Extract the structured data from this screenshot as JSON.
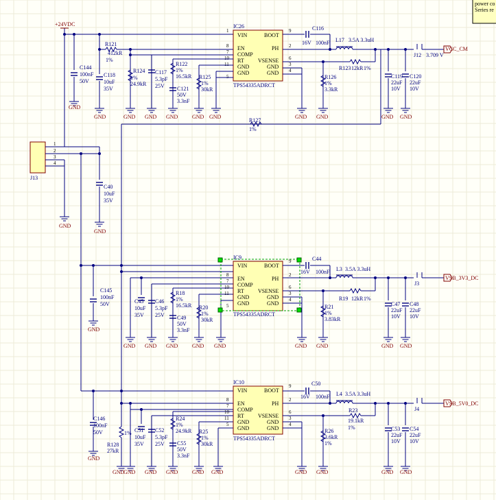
{
  "note": {
    "lines": [
      "power co",
      "Series re"
    ]
  },
  "power": {
    "input": "+24VDC",
    "gnd": "GND"
  },
  "connector": {
    "ref": "J13",
    "pins": [
      "1",
      "2",
      "3",
      "4"
    ]
  },
  "pin_names": {
    "left": [
      "VIN",
      "EN",
      "COMP",
      "RT",
      "GND",
      "GND"
    ],
    "right": [
      "BOOT",
      "PH",
      "VSENSE",
      "GND",
      "GND"
    ],
    "left_nums": [
      "1",
      "8",
      "7",
      "10",
      "11",
      "5"
    ],
    "right_nums": [
      "9",
      "2",
      "6",
      "3",
      "4"
    ]
  },
  "shared": {
    "c40": [
      "C40",
      "10uF",
      "35V"
    ],
    "c145": [
      "C145",
      "100nF",
      "50V"
    ],
    "c146": [
      "C146",
      "100nF",
      "50V"
    ],
    "r128": [
      "R128",
      "27kR"
    ],
    "r128_tol": "1%"
  },
  "blocks": [
    {
      "ic_ref": "IC26",
      "part": "TPS54335ADRCT",
      "boot_cap": [
        "C116",
        "16V",
        "100nF"
      ],
      "inductor": "L17",
      "inductor_val": "3.5A 3.3uH",
      "fb_top": "R123",
      "fb_top_val": "12kR",
      "fb_top_tol": "1%",
      "fb_bot": [
        "R126",
        "1%",
        "3.3kR"
      ],
      "out_caps": [
        [
          "C119",
          "22uF",
          "10V"
        ],
        [
          "C120",
          "22uF",
          "10V"
        ]
      ],
      "out_jumper": "J12",
      "out_net": "VCC_CM",
      "out_voltage": "3.709 V",
      "in_cap": [
        "C144",
        "100nF",
        "50V"
      ],
      "in_cap2": [
        "C118",
        "10uF",
        "35V"
      ],
      "en_res": "R121",
      "en_res_val": "412kR",
      "en_res_tol": "1%",
      "comp_res": [
        "R124",
        "1%",
        "24.9kR"
      ],
      "comp_cap": [
        "C117",
        "5.3pF",
        "25V"
      ],
      "rt_res": [
        "R122",
        "1%",
        "16.5kR"
      ],
      "rt_cap": [
        "C121",
        "50V",
        "3.3nF"
      ],
      "rt_res2": [
        "R125",
        "1%",
        "30kR"
      ],
      "extra_res": "R127",
      "extra_res_tol": "1%"
    },
    {
      "ic_ref": "IC9",
      "part": "TPS54335ADRCT",
      "boot_cap": [
        "C44",
        "16V",
        "100nF"
      ],
      "inductor": "L3",
      "inductor_val": "3.5A 3.3uH",
      "fb_top": "R19",
      "fb_top_val": "12kR",
      "fb_top_tol": "1%",
      "fb_bot": [
        "R21",
        "1%",
        "3.83kR"
      ],
      "out_caps": [
        [
          "C47",
          "22uF",
          "10V"
        ],
        [
          "C48",
          "22uF",
          "10V"
        ]
      ],
      "out_jumper": "J3",
      "out_net": "VSB_3V3_DC",
      "comp_res": [
        "C45",
        "10uF",
        "35V"
      ],
      "comp_cap": [
        "C46",
        "5.3pF",
        "25V"
      ],
      "rt_res": [
        "R18",
        "1%",
        "16.5kR"
      ],
      "rt_cap": [
        "C49",
        "50V",
        "3.3nF"
      ],
      "rt_res2": [
        "R20",
        "1%",
        "30kR"
      ]
    },
    {
      "ic_ref": "IC10",
      "part": "TPS54335ADRCT",
      "boot_cap": [
        "C50",
        "16V",
        "100nF"
      ],
      "inductor": "L4",
      "inductor_val": "3.5A 3.3uH",
      "fb_top": "R23",
      "fb_top_val": "19.1kR",
      "fb_top_tol": "1%",
      "fb_bot": [
        "R26",
        "3.6kR",
        "1%"
      ],
      "out_caps": [
        [
          "C53",
          "22uF",
          "10V"
        ],
        [
          "C54",
          "22uF",
          "10V"
        ]
      ],
      "out_jumper": "J4",
      "out_net": "VSB_5V0_DC",
      "comp_res": [
        "C51",
        "10uF",
        "35V"
      ],
      "comp_cap": [
        "C52",
        "5.3pF",
        "25V"
      ],
      "rt_res": [
        "R24",
        "1%",
        "24.9kR"
      ],
      "rt_cap": [
        "C55",
        "50V",
        "3.3nF"
      ],
      "rt_res2": [
        "R25",
        "1%",
        "30kR"
      ]
    }
  ]
}
